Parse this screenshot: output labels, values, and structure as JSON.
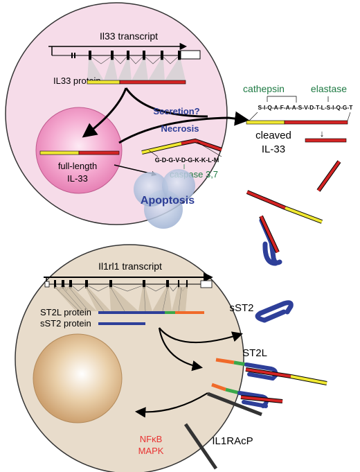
{
  "labels": {
    "il33_transcript": "Il33 transcript",
    "il33_protein": "IL33 protein",
    "secretion": "Secretion?",
    "necrosis": "Necrosis",
    "full_length_1": "full-length",
    "full_length_2": "IL-33",
    "caspase_seq": "G-D-G-V-D-G-K-K-L-M",
    "caspase": "caspase 3,7",
    "apoptosis": "Apoptosis",
    "cathepsin": "cathepsin",
    "elastase": "elastase",
    "cleavage_seq": "S-I-Q-A-F-A-A-S-V-D-T-L-S-I-Q-G-T",
    "cleaved_1": "cleaved",
    "cleaved_2": "IL-33",
    "cleavage_arrow": "↓",
    "il1rl1_transcript": "Il1rl1 transcript",
    "st2l_protein": "ST2L protein",
    "sst2_protein": "sST2 protein",
    "sst2": "sST2",
    "st2l": "ST2L",
    "nfkb": "NFκB",
    "mapk": "MAPK",
    "il1racp": "IL1RAcP"
  },
  "colors": {
    "cell_top": "#f6dce9",
    "cell_bottom": "#e8dccb",
    "nucleus_top": "#f090c0",
    "nucleus_bottom": "#d9b78e",
    "il33_n_term": "#f0e832",
    "il33_c_term": "#d42424",
    "receptor": "#2e3f99",
    "st2_domain_orange": "#f06a2a",
    "st2_domain_green": "#3ba84a",
    "il1racp": "#333333",
    "enzyme_text": "#1e7a43",
    "event_text": "#2c3d96",
    "signal_text": "#e83232"
  }
}
